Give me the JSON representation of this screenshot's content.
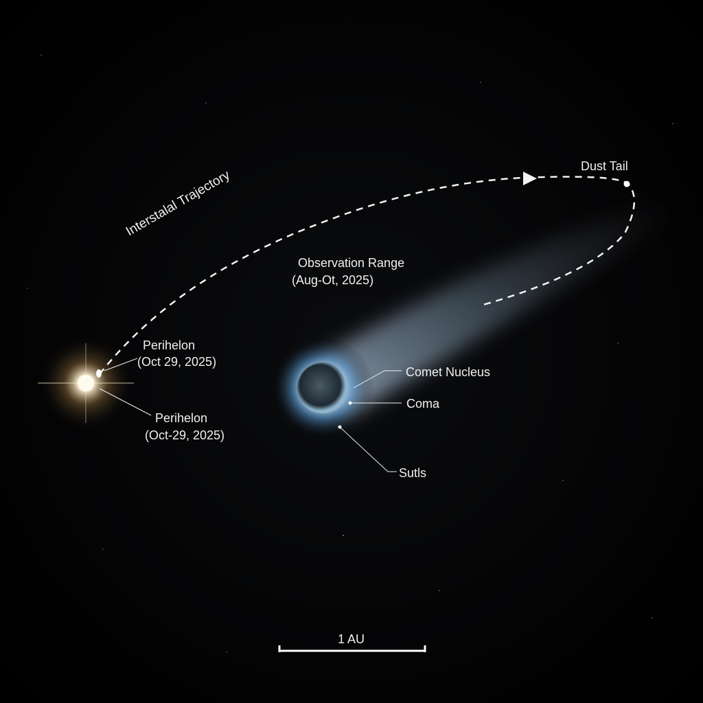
{
  "labels": {
    "trajectory": "Interstalal Trajectory",
    "observation_title": "Observation Range",
    "observation_dates": "(Aug-Ot, 2025)",
    "dust_tail": "Dust Tail",
    "perihelion_1_title": "Perihelon",
    "perihelion_1_date": "(Oct 29, 2025)",
    "perihelion_2_title": "Perihelon",
    "perihelion_2_date": "(Oct-29, 2025)",
    "comet_nucleus": "Comet Nucleus",
    "coma": "Coma",
    "suds": "Sutls",
    "scale": "1 AU"
  },
  "colors": {
    "sun": "#fff3d6",
    "coma": "#9fd0ff",
    "background": "#000000"
  }
}
